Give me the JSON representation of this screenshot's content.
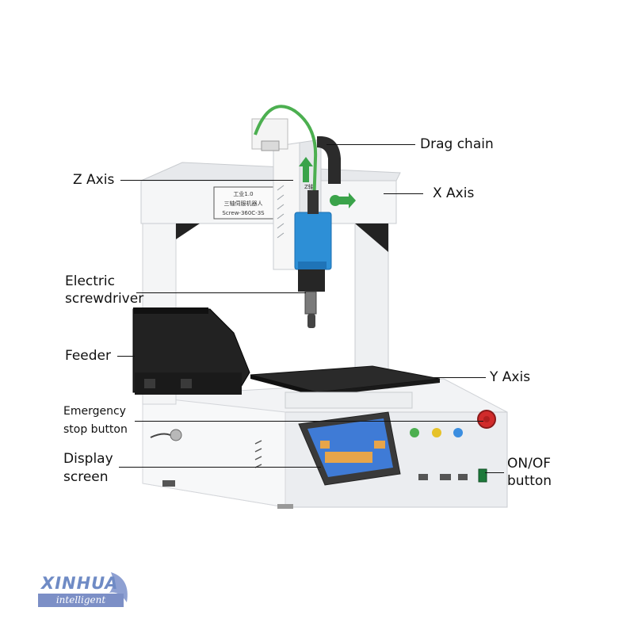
{
  "labels": {
    "drag_chain": "Drag chain",
    "z_axis": "Z Axis",
    "x_axis": "X Axis",
    "electric_screwdriver_1": "Electric",
    "electric_screwdriver_2": "screwdriver",
    "feeder": "Feeder",
    "y_axis": "Y Axis",
    "emergency_stop_1": "Emergency",
    "emergency_stop_2": "stop button",
    "display_screen_1": "Display",
    "display_screen_2": "screen",
    "on_off_1": "ON/OF",
    "on_off_2": "button"
  },
  "machine_text": {
    "badge_line1": "工业1.0",
    "badge_line2": "三轴伺服机器人",
    "badge_line3": "Screw-360C-3S",
    "z_tag": "Z轴"
  },
  "logo": {
    "word": "XINHUA",
    "tagline": "intelligent"
  },
  "icons": {
    "logo_mark": "dolphin-swoosh-icon"
  },
  "colors": {
    "machine_body": "#f2f3f5",
    "z_motor": "#2d8fd6",
    "drag_chain_cable": "#4caf50",
    "estop_red": "#d12b2b",
    "screen_blue": "#3f7bd6",
    "logo_blue": "#6f8bc5"
  }
}
